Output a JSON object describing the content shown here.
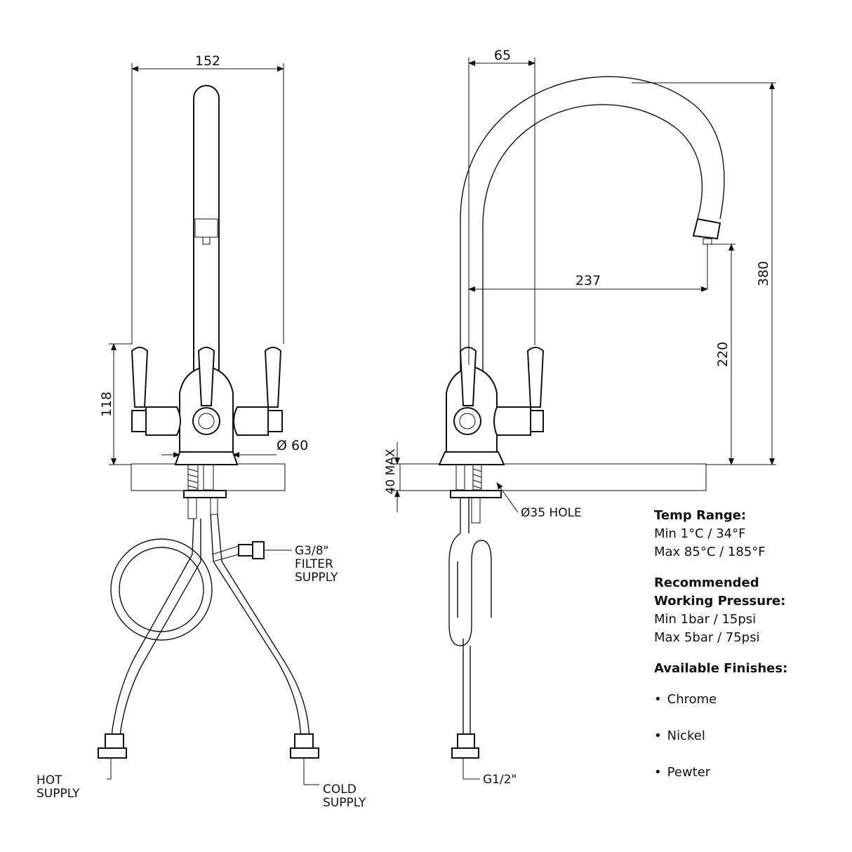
{
  "dimensions": {
    "width_front": "152",
    "spout_offset": "65",
    "spout_reach": "237",
    "total_height": "380",
    "spout_height": "220",
    "handle_height": "118",
    "base_diameter": "Ø 60",
    "deck_thickness": "40 MAX",
    "hole_size": "Ø35 HOLE"
  },
  "labels": {
    "hot_supply_1": "HOT",
    "hot_supply_2": "SUPPLY",
    "cold_supply_1": "COLD",
    "cold_supply_2": "SUPPLY",
    "filter_1": "G3/8\"",
    "filter_2": "FILTER",
    "filter_3": "SUPPLY",
    "thread": "G1/2\""
  },
  "specs": {
    "temp_title": "Temp Range:",
    "temp_min": "Min 1°C / 34°F",
    "temp_max": "Max 85°C / 185°F",
    "pressure_title_1": "Recommended",
    "pressure_title_2": "Working Pressure:",
    "pressure_min": "Min 1bar / 15psi",
    "pressure_max": "Max 5bar / 75psi",
    "finishes_title": "Available Finishes:",
    "finishes": [
      "Chrome",
      "Nickel",
      "Pewter"
    ]
  }
}
